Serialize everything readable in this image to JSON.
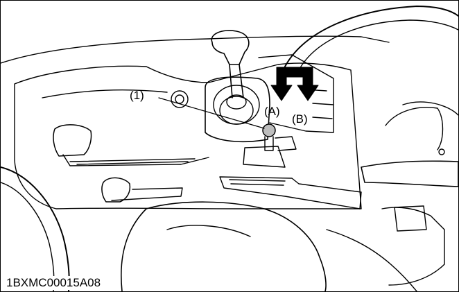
{
  "callouts": {
    "part_1": "(1)",
    "position_a": "(A)",
    "position_b": "(B)"
  },
  "figure_code": "1BXMC00015A08",
  "colors": {
    "line": "#000000",
    "background": "#ffffff",
    "highlight_knob": "#bdbdbd"
  }
}
